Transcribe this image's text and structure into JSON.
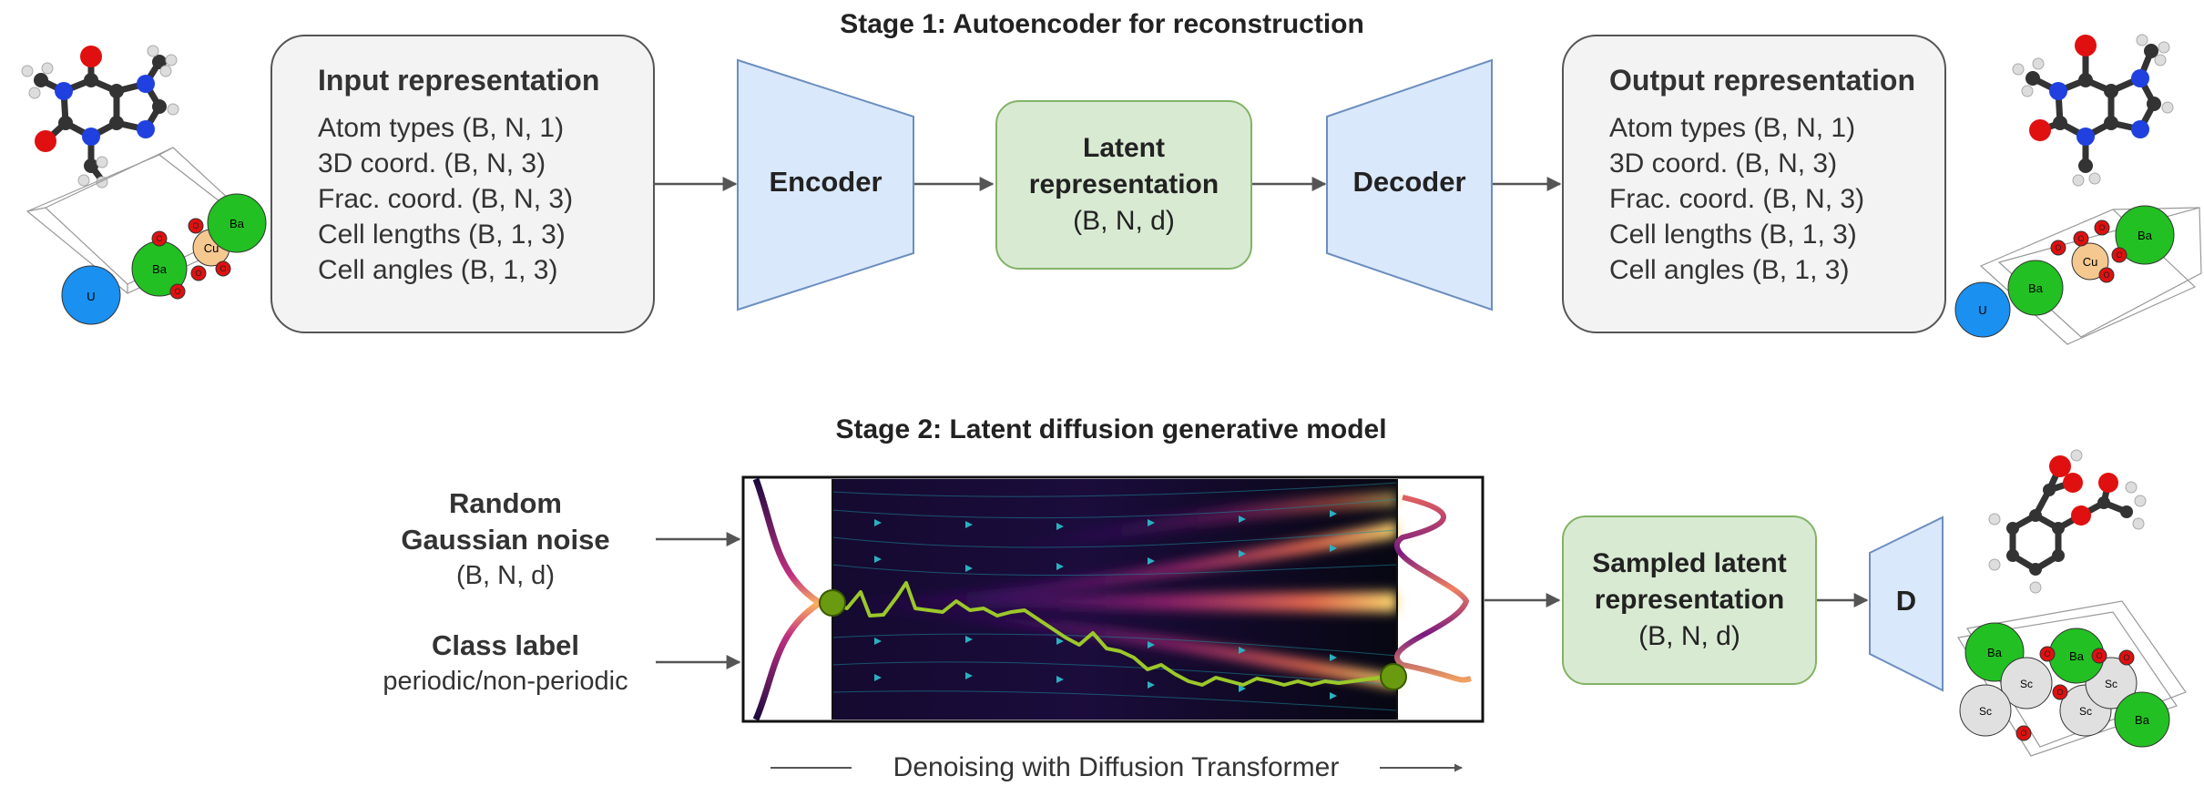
{
  "stage1": {
    "title": "Stage 1: Autoencoder for reconstruction",
    "input_rep": {
      "title": "Input representation",
      "items": [
        "Atom types (B, N, 1)",
        "3D coord. (B, N, 3)",
        "Frac. coord. (B, N, 3)",
        "Cell lengths (B, 1, 3)",
        "Cell angles (B, 1, 3)"
      ]
    },
    "encoder_label": "Encoder",
    "latent": {
      "title_line1": "Latent",
      "title_line2": "representation",
      "shape": "(B, N, d)"
    },
    "decoder_label": "Decoder",
    "output_rep": {
      "title": "Output representation",
      "items": [
        "Atom types (B, N, 1)",
        "3D coord. (B, N, 3)",
        "Frac. coord. (B, N, 3)",
        "Cell lengths (B, 1, 3)",
        "Cell angles (B, 1, 3)"
      ]
    }
  },
  "stage2": {
    "title": "Stage 2: Latent diffusion generative model",
    "noise": {
      "line1": "Random",
      "line2": "Gaussian noise",
      "shape": "(B, N, d)"
    },
    "class_label": {
      "title": "Class label",
      "value": "periodic/non-periodic"
    },
    "sampled": {
      "title_line1": "Sampled latent",
      "title_line2": "representation",
      "shape": "(B, N, d)"
    },
    "decoder_short": "D",
    "caption": "Denoising with Diffusion Transformer"
  },
  "crystal_atoms": {
    "top_left": [
      "U",
      "Ba",
      "Cu",
      "Ba",
      "O",
      "O",
      "O",
      "O",
      "O"
    ],
    "top_right": [
      "U",
      "Ba",
      "Cu",
      "Ba",
      "O",
      "O",
      "O",
      "O",
      "O"
    ],
    "bottom_right": [
      "Ba",
      "Sc",
      "Sc",
      "Sc",
      "Sc",
      "Ba",
      "Ba",
      "O",
      "O",
      "O",
      "O",
      "O"
    ]
  },
  "colors": {
    "rep_box_fill": "#f3f3f3",
    "latent_fill": "#d9ead3",
    "latent_border": "#82b366",
    "trapezoid_fill": "#dae8fc",
    "trapezoid_border": "#6c8ebf",
    "arrow": "#555555",
    "carbon": "#333333",
    "nitrogen": "#2040e0",
    "oxygen": "#e01010",
    "hydrogen": "#dddddd",
    "barium": "#22c022",
    "uranium": "#1a90f0",
    "copper": "#f5c890",
    "scandium": "#e0e0e0",
    "trajectory": "#88bb22"
  }
}
